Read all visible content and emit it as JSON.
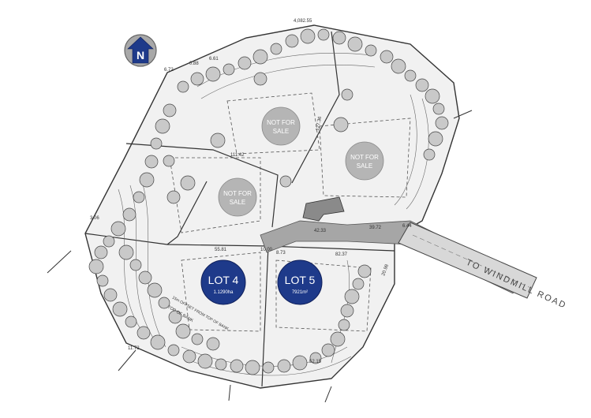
{
  "north_arrow": {
    "label": "N"
  },
  "road": {
    "label": "TO WINDMILL ROAD"
  },
  "lots": [
    {
      "name": "LOT 4",
      "area": "1.1290ha"
    },
    {
      "name": "LOT 5",
      "area": "7921m²"
    }
  ],
  "not_for_sale": [
    {
      "line1": "NOT FOR",
      "line2": "SALE"
    },
    {
      "line1": "NOT FOR",
      "line2": "SALE"
    },
    {
      "line1": "NOT FOR",
      "line2": "SALE"
    }
  ],
  "dimensions": [
    "4,082.55",
    "6.72",
    "6.61",
    "0.88",
    "111.42",
    "55.81",
    "82.37",
    "42.33",
    "39.72",
    "6.44",
    "52.15",
    "10.00",
    "8.73",
    "11.72",
    "3.06",
    "127.36",
    "20.98"
  ],
  "annotations": [
    "TOP OF BANK",
    "15m OFFSET FROM TOP OF BANK"
  ],
  "colors": {
    "lot_badge": "#1e3a8a",
    "not_for_sale": "#b5b5b5",
    "road": "#9a9a9a",
    "north_badge": "#1e3a8a"
  }
}
